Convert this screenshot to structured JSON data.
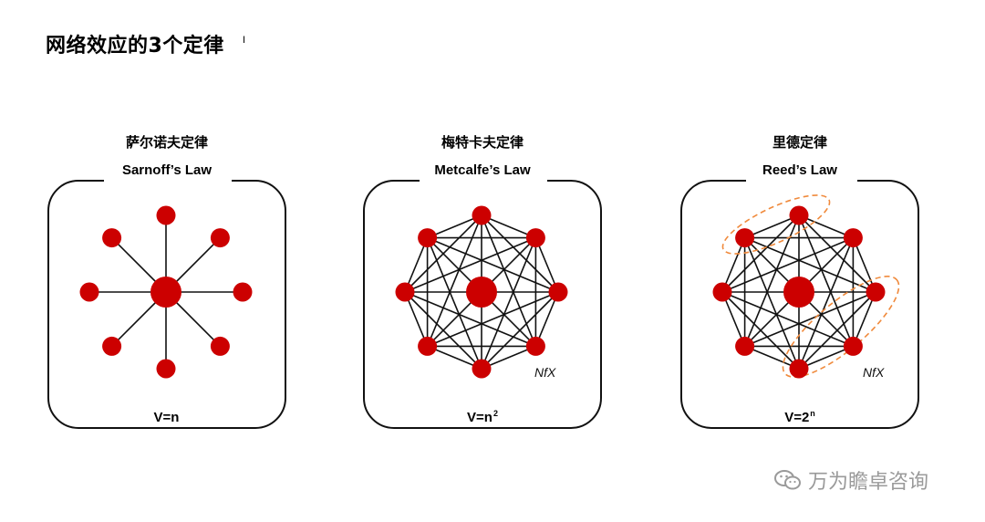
{
  "page": {
    "title": "网络效应的3个定律",
    "title_mark": "I"
  },
  "colors": {
    "node": "#cc0000",
    "edge": "#111111",
    "ellipse": "#f08a3c",
    "frame": "#111111",
    "watermark": "#9a9a9a"
  },
  "laws": [
    {
      "name_zh": "萨尔诺夫定律",
      "name_en": "Sarnoff’s Law",
      "formula_base": "V=n",
      "formula_sup": "",
      "topology": "star",
      "mark": ""
    },
    {
      "name_zh": "梅特卡夫定律",
      "name_en": "Metcalfe’s Law",
      "formula_base": "V=n",
      "formula_sup": "2",
      "topology": "complete",
      "mark": "NfX"
    },
    {
      "name_zh": "里德定律",
      "name_en": "Reed’s Law",
      "formula_base": "V=2",
      "formula_sup": "n",
      "topology": "complete-with-groups",
      "mark": "NfX"
    }
  ],
  "watermark": {
    "text": "万为瞻卓咨询",
    "icon": "wechat-icon"
  }
}
